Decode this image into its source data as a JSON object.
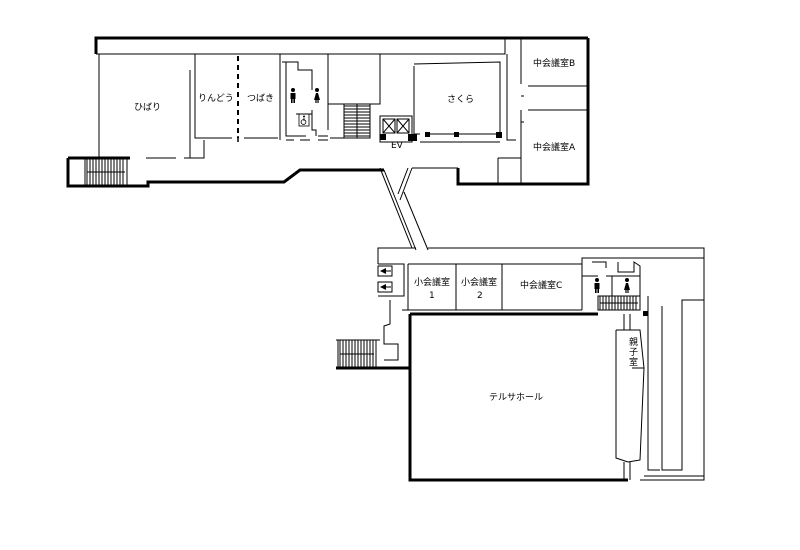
{
  "rooms": {
    "hibari": "ひばり",
    "rindou": "りんどう",
    "tsubaki": "つばき",
    "sakura": "さくら",
    "chu_b": "中会議室B",
    "chu_a": "中会議室A",
    "chu_c": "中会議室C",
    "sho1_line1": "小会議室",
    "sho1_line2": "1",
    "sho2_line1": "小会議室",
    "sho2_line2": "2",
    "hall": "テルサホール",
    "oyako_1": "親",
    "oyako_2": "子",
    "oyako_3": "室"
  },
  "labels": {
    "ev": "EV"
  },
  "icons": {
    "male_toilet": "male-toilet-icon",
    "female_toilet": "female-toilet-icon",
    "accessible_toilet": "wheelchair-icon",
    "elevator": "elevator-icon"
  }
}
